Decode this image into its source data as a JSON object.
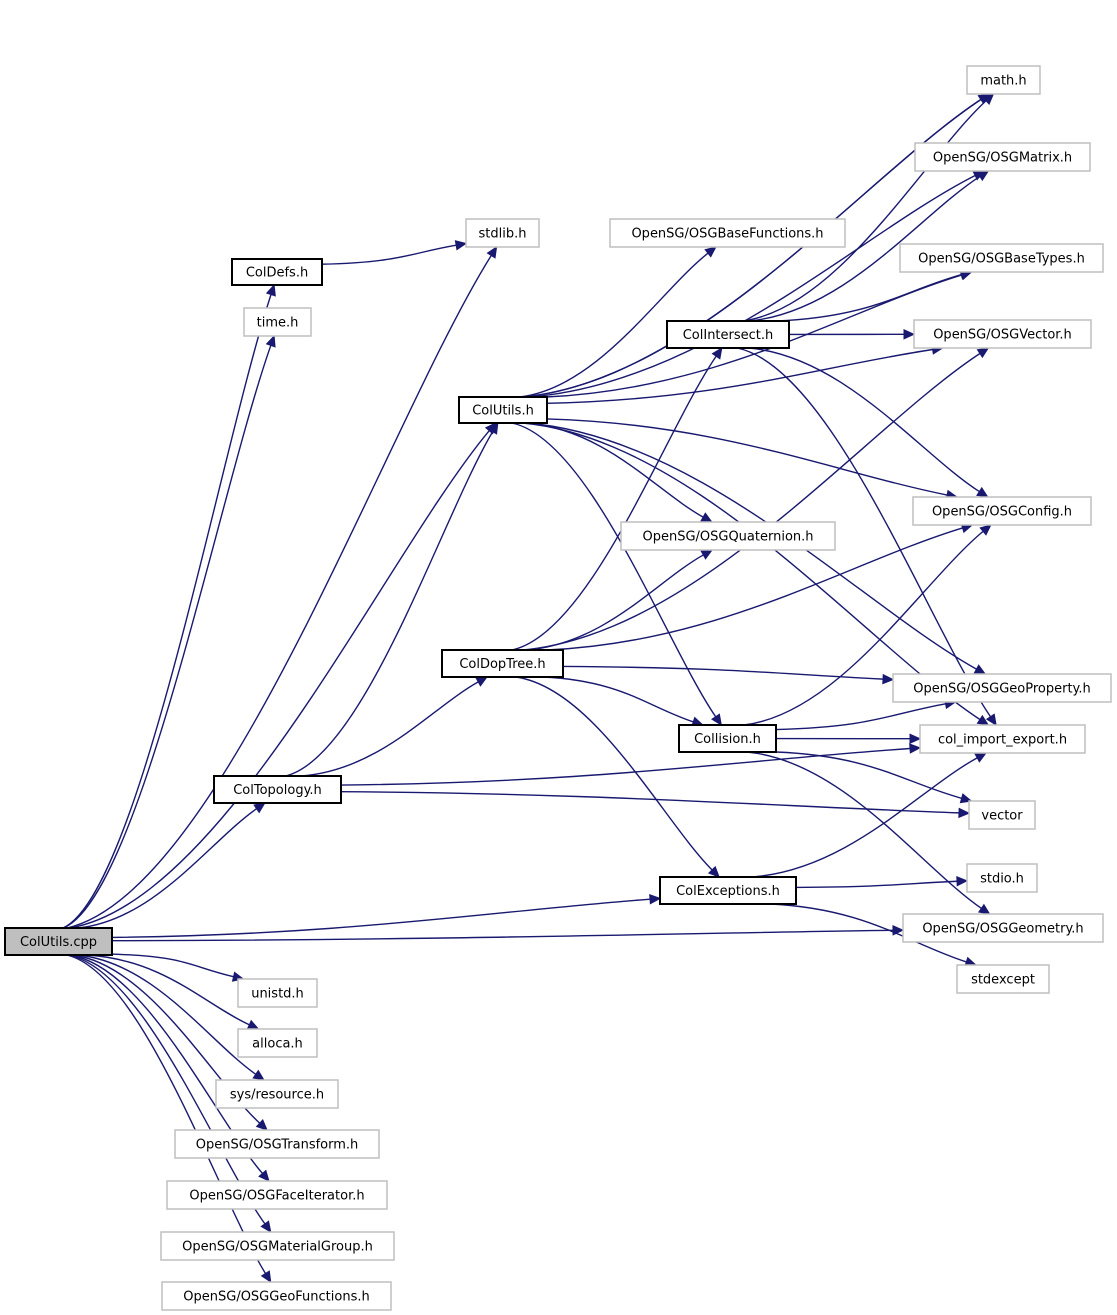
{
  "diagram": {
    "type": "include-dependency-graph",
    "root": "ColUtils.cpp",
    "colors": {
      "edge": "#191970",
      "root_fill": "#bfbfbf",
      "local_border": "#000000",
      "external_border": "#bfbfbf"
    },
    "nodes": [
      {
        "id": "root",
        "label": "ColUtils.cpp",
        "kind": "root"
      },
      {
        "id": "coldefs",
        "label": "ColDefs.h",
        "kind": "local"
      },
      {
        "id": "colutilsh",
        "label": "ColUtils.h",
        "kind": "local"
      },
      {
        "id": "colintersect",
        "label": "ColIntersect.h",
        "kind": "local"
      },
      {
        "id": "coldoptree",
        "label": "ColDopTree.h",
        "kind": "local"
      },
      {
        "id": "collision",
        "label": "Collision.h",
        "kind": "local"
      },
      {
        "id": "coltopology",
        "label": "ColTopology.h",
        "kind": "local"
      },
      {
        "id": "colexceptions",
        "label": "ColExceptions.h",
        "kind": "local"
      },
      {
        "id": "math",
        "label": "math.h",
        "kind": "external"
      },
      {
        "id": "stdlib",
        "label": "stdlib.h",
        "kind": "external"
      },
      {
        "id": "time",
        "label": "time.h",
        "kind": "external"
      },
      {
        "id": "osgmatrix",
        "label": "OpenSG/OSGMatrix.h",
        "kind": "external"
      },
      {
        "id": "osgbasefunctions",
        "label": "OpenSG/OSGBaseFunctions.h",
        "kind": "external"
      },
      {
        "id": "osgbasetypes",
        "label": "OpenSG/OSGBaseTypes.h",
        "kind": "external"
      },
      {
        "id": "osgvector",
        "label": "OpenSG/OSGVector.h",
        "kind": "external"
      },
      {
        "id": "osgconfig",
        "label": "OpenSG/OSGConfig.h",
        "kind": "external"
      },
      {
        "id": "osgquaternion",
        "label": "OpenSG/OSGQuaternion.h",
        "kind": "external"
      },
      {
        "id": "osggeoproperty",
        "label": "OpenSG/OSGGeoProperty.h",
        "kind": "external"
      },
      {
        "id": "colimportexport",
        "label": "col_import_export.h",
        "kind": "external"
      },
      {
        "id": "vector",
        "label": "vector",
        "kind": "external"
      },
      {
        "id": "stdio",
        "label": "stdio.h",
        "kind": "external"
      },
      {
        "id": "osggeometry",
        "label": "OpenSG/OSGGeometry.h",
        "kind": "external"
      },
      {
        "id": "stdexcept",
        "label": "stdexcept",
        "kind": "external"
      },
      {
        "id": "unistd",
        "label": "unistd.h",
        "kind": "external"
      },
      {
        "id": "alloca",
        "label": "alloca.h",
        "kind": "external"
      },
      {
        "id": "sysresource",
        "label": "sys/resource.h",
        "kind": "external"
      },
      {
        "id": "osgtransform",
        "label": "OpenSG/OSGTransform.h",
        "kind": "external"
      },
      {
        "id": "osgfaceiterator",
        "label": "OpenSG/OSGFaceIterator.h",
        "kind": "external"
      },
      {
        "id": "osgmaterialgroup",
        "label": "OpenSG/OSGMaterialGroup.h",
        "kind": "external"
      },
      {
        "id": "osggeofunctions",
        "label": "OpenSG/OSGGeoFunctions.h",
        "kind": "external"
      }
    ],
    "edges": [
      [
        "root",
        "stdlib"
      ],
      [
        "root",
        "coldefs"
      ],
      [
        "root",
        "time"
      ],
      [
        "root",
        "colutilsh"
      ],
      [
        "root",
        "coltopology"
      ],
      [
        "root",
        "colexceptions"
      ],
      [
        "root",
        "osggeometry"
      ],
      [
        "root",
        "unistd"
      ],
      [
        "root",
        "alloca"
      ],
      [
        "root",
        "sysresource"
      ],
      [
        "root",
        "osgtransform"
      ],
      [
        "root",
        "osgfaceiterator"
      ],
      [
        "root",
        "osgmaterialgroup"
      ],
      [
        "root",
        "osggeofunctions"
      ],
      [
        "coldefs",
        "stdlib"
      ],
      [
        "colutilsh",
        "math"
      ],
      [
        "colutilsh",
        "osgmatrix"
      ],
      [
        "colutilsh",
        "osgbasetypes"
      ],
      [
        "colutilsh",
        "osgbasefunctions"
      ],
      [
        "colutilsh",
        "osgvector"
      ],
      [
        "colutilsh",
        "osgconfig"
      ],
      [
        "colutilsh",
        "osgquaternion"
      ],
      [
        "colutilsh",
        "osggeoproperty"
      ],
      [
        "colutilsh",
        "colimportexport"
      ],
      [
        "colutilsh",
        "collision"
      ],
      [
        "colutilsh",
        "math"
      ],
      [
        "colintersect",
        "math"
      ],
      [
        "colintersect",
        "osgmatrix"
      ],
      [
        "colintersect",
        "osgbasetypes"
      ],
      [
        "colintersect",
        "osgvector"
      ],
      [
        "colintersect",
        "osgconfig"
      ],
      [
        "colintersect",
        "colimportexport"
      ],
      [
        "coldoptree",
        "colintersect"
      ],
      [
        "coldoptree",
        "osgquaternion"
      ],
      [
        "coldoptree",
        "osgvector"
      ],
      [
        "coldoptree",
        "osgconfig"
      ],
      [
        "coldoptree",
        "osggeoproperty"
      ],
      [
        "coldoptree",
        "collision"
      ],
      [
        "coldoptree",
        "colexceptions"
      ],
      [
        "coltopology",
        "colutilsh"
      ],
      [
        "coltopology",
        "coldoptree"
      ],
      [
        "coltopology",
        "colimportexport"
      ],
      [
        "coltopology",
        "vector"
      ],
      [
        "collision",
        "osgconfig"
      ],
      [
        "collision",
        "osggeoproperty"
      ],
      [
        "collision",
        "colimportexport"
      ],
      [
        "collision",
        "vector"
      ],
      [
        "collision",
        "osggeometry"
      ],
      [
        "colexceptions",
        "colimportexport"
      ],
      [
        "colexceptions",
        "stdio"
      ],
      [
        "colexceptions",
        "stdexcept"
      ]
    ]
  }
}
